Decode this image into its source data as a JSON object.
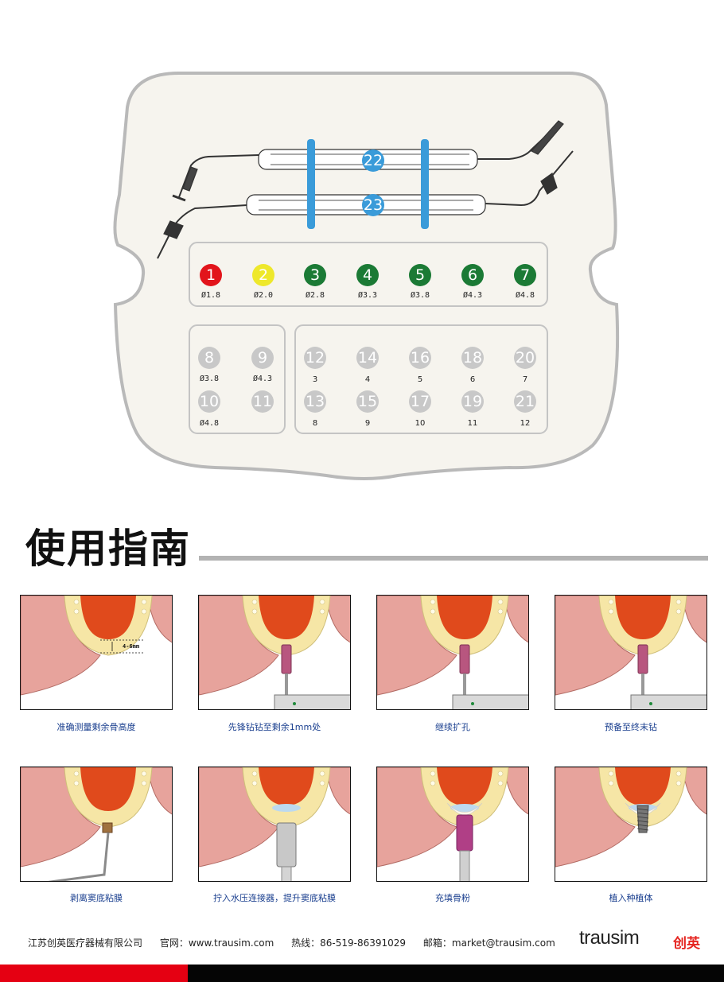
{
  "tray": {
    "instruments": [
      {
        "number": "22"
      },
      {
        "number": "23"
      }
    ],
    "drills_color": [
      {
        "number": "1",
        "diameter": "Ø1.8",
        "color": "#e2141b"
      },
      {
        "number": "2",
        "diameter": "Ø2.0",
        "color": "#eee82b"
      },
      {
        "number": "3",
        "diameter": "Ø2.8",
        "color": "#1b7a35"
      },
      {
        "number": "4",
        "diameter": "Ø3.3",
        "color": "#1b7a35"
      },
      {
        "number": "5",
        "diameter": "Ø3.8",
        "color": "#1b7a35"
      },
      {
        "number": "6",
        "diameter": "Ø4.3",
        "color": "#1b7a35"
      },
      {
        "number": "7",
        "diameter": "Ø4.8",
        "color": "#1b7a35"
      }
    ],
    "drills_grey_left": [
      {
        "number": "8",
        "diameter": "Ø3.8"
      },
      {
        "number": "9",
        "diameter": "Ø4.3"
      },
      {
        "number": "10",
        "diameter": "Ø4.8"
      },
      {
        "number": "11",
        "diameter": ""
      }
    ],
    "drills_grey_right_top": [
      {
        "number": "12",
        "value": "3"
      },
      {
        "number": "14",
        "value": "4"
      },
      {
        "number": "16",
        "value": "5"
      },
      {
        "number": "18",
        "value": "6"
      },
      {
        "number": "20",
        "value": "7"
      }
    ],
    "drills_grey_right_bottom": [
      {
        "number": "13",
        "value": "8"
      },
      {
        "number": "15",
        "value": "9"
      },
      {
        "number": "17",
        "value": "10"
      },
      {
        "number": "19",
        "value": "11"
      },
      {
        "number": "21",
        "value": "12"
      }
    ]
  },
  "guide": {
    "title": "使用指南",
    "measure_label": "4-6mm",
    "steps": [
      {
        "caption": "准确测量剩余骨高度"
      },
      {
        "caption": "先锋钻钻至剩余1mm处"
      },
      {
        "caption": "继续扩孔"
      },
      {
        "caption": "预备至终末钻"
      },
      {
        "caption": "剥离窦底粘膜"
      },
      {
        "caption": "拧入水压连接器，提升窦底粘膜"
      },
      {
        "caption": "充填骨粉"
      },
      {
        "caption": "植入种植体"
      }
    ]
  },
  "footer": {
    "company": "江苏创英医疗器械有限公司",
    "website": "官网：www.trausim.com",
    "hotline": "热线：86-519-86391029",
    "email": "邮箱：market@trausim.com",
    "logo_text": "trausim",
    "logo_cn": "创英"
  },
  "colors": {
    "accent_blue": "#3a9bd9",
    "bar_red": "#e50012",
    "caption_blue": "#1a3f8f"
  }
}
